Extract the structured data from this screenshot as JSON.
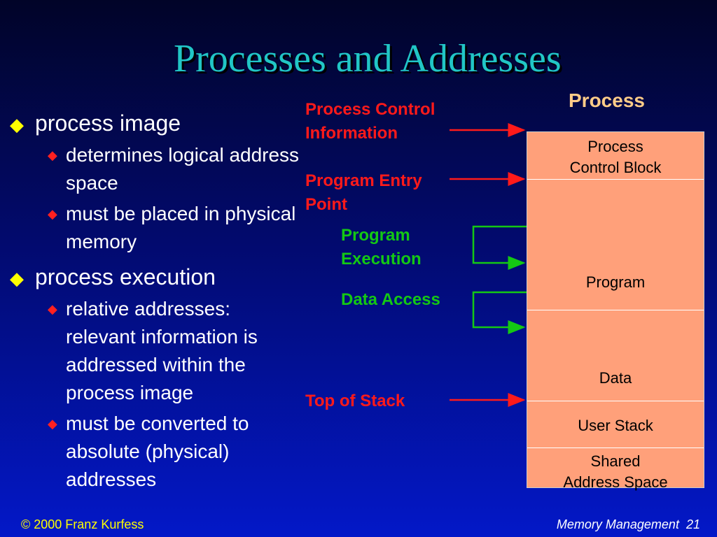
{
  "title": "Processes and Addresses",
  "bullets": [
    {
      "text": "process image",
      "sub": [
        "determines logical address space",
        "must be placed in physical memory"
      ]
    },
    {
      "text": "process execution",
      "sub": [
        "relative addresses: relevant information is addressed within the process image",
        "must be converted to absolute (physical) addresses"
      ]
    }
  ],
  "labels": {
    "pci_1": "Process Control",
    "pci_2": "Information",
    "entry_1": "Program Entry",
    "entry_2": "Point",
    "exec_1": "Program",
    "exec_2": "Execution",
    "data_access": "Data Access",
    "top_of_stack": "Top of Stack"
  },
  "process": {
    "title": "Process",
    "pcb_1": "Process",
    "pcb_2": "Control Block",
    "program": "Program",
    "data": "Data",
    "user_stack": "User Stack",
    "shared_1": "Shared",
    "shared_2": "Address Space"
  },
  "footer": {
    "copyright": "© 2000 Franz Kurfess",
    "course": "Memory Management",
    "page": "21"
  },
  "colors": {
    "title": "#21c6c6",
    "red": "#ff1a1a",
    "green": "#14c814",
    "segment": "#ffa07a"
  }
}
